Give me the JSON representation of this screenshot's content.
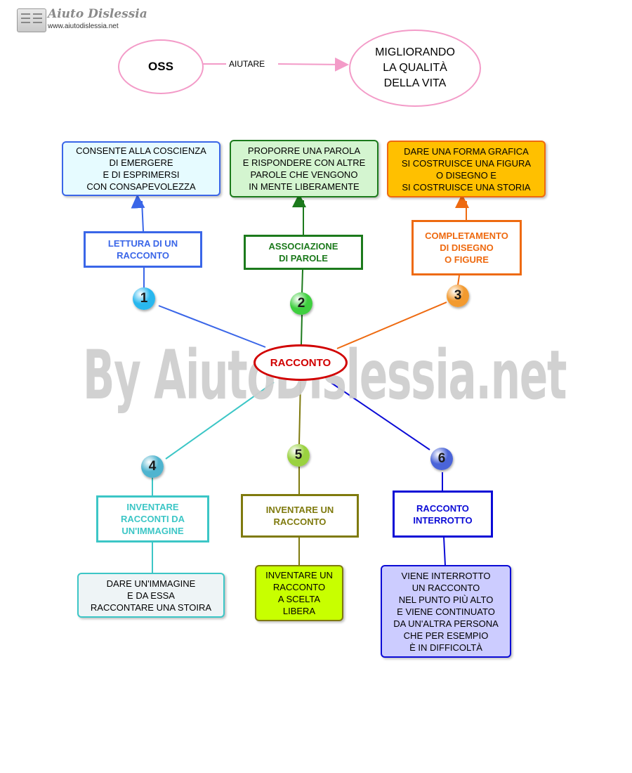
{
  "logo": {
    "title": "Aiuto Dislessia",
    "url": "www.aiutodislessia.net"
  },
  "watermark": "By AiutoDislessia.net",
  "top": {
    "source": "OSS",
    "link": "AIUTARE",
    "target": "MIGLIORANDO\nLA QUALITÀ\nDELLA VITA"
  },
  "center": "RACCONTO",
  "branches": [
    {
      "number": "1",
      "category": "LETTURA DI UN\nRACCONTO",
      "description": "CONSENTE ALLA COSCIENZA\nDI EMERGERE\nE DI ESPRIMERSI\nCON CONSAPEVOLEZZA",
      "color": "#3a66e8",
      "fill": "#e6fbff",
      "ball": "#29b7ee"
    },
    {
      "number": "2",
      "category": "ASSOCIAZIONE\nDI PAROLE",
      "description": "PROPORRE UNA PAROLA\nE RISPONDERE CON ALTRE\nPAROLE CHE VENGONO\nIN MENTE LIBERAMENTE",
      "color": "#1c7a1c",
      "fill": "#d4f5d0",
      "ball": "#3fcf3f"
    },
    {
      "number": "3",
      "category": "COMPLETAMENTO\nDI DISEGNO\nO FIGURE",
      "description": "DARE UNA FORMA GRAFICA\nSI COSTRUISCE UNA FIGURA\nO DISEGNO E\nSI COSTRUISCE UNA STORIA",
      "color": "#ee6a10",
      "fill": "#ffc000",
      "ball": "#f29a30"
    },
    {
      "number": "4",
      "category": "INVENTARE\nRACCONTI DA\nUN'IMMAGINE",
      "description": "DARE UN'IMMAGINE\nE DA ESSA\nRACCONTARE UNA STOIRA",
      "color": "#3cc6c6",
      "fill": "#eef4f6",
      "ball": "#4fb4cf"
    },
    {
      "number": "5",
      "category": "INVENTARE UN\nRACCONTO",
      "description": "INVENTARE UN\nRACCONTO\nA SCELTA\nLIBERA",
      "color": "#7f7a0e",
      "fill": "#c8ff00",
      "ball": "#9ad240"
    },
    {
      "number": "6",
      "category": "RACCONTO\nINTERROTTO",
      "description": "VIENE INTERROTTO\nUN RACCONTO\nNEL PUNTO PIÙ ALTO\nE VIENE CONTINUATO\nDA UN'ALTRA PERSONA\nCHE PER ESEMPIO\nÈ IN DIFFICOLTÀ",
      "color": "#0b0bd6",
      "fill": "#ccccff",
      "ball": "#4a64d8"
    }
  ]
}
